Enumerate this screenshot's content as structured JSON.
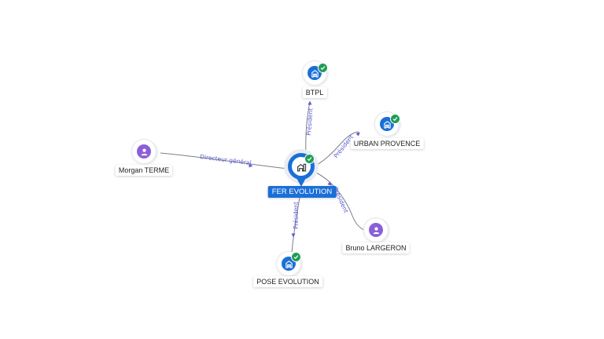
{
  "nodes": {
    "center": {
      "label": "FER EVOLUTION",
      "type": "company",
      "icon": "building-icon",
      "verified": true
    },
    "btpl": {
      "label": "BTPL",
      "type": "company",
      "icon": "building-icon",
      "verified": true
    },
    "urban": {
      "label": "URBAN PROVENCE",
      "type": "company",
      "icon": "building-icon",
      "verified": true
    },
    "morgan": {
      "label": "Morgan TERME",
      "type": "person",
      "icon": "person-icon",
      "verified": false
    },
    "bruno": {
      "label": "Bruno LARGERON",
      "type": "person",
      "icon": "person-icon",
      "verified": false
    },
    "pose": {
      "label": "POSE EVOLUTION",
      "type": "company",
      "icon": "building-icon",
      "verified": true
    }
  },
  "edges": {
    "btpl": "Président",
    "urban": "Président",
    "morgan": "Directeur général",
    "bruno": "Président",
    "pose": "Président"
  },
  "colors": {
    "company": "#1a6fd8",
    "person": "#8b5fd8",
    "verified": "#1f9d55",
    "edge_label": "#5b5bd6"
  }
}
